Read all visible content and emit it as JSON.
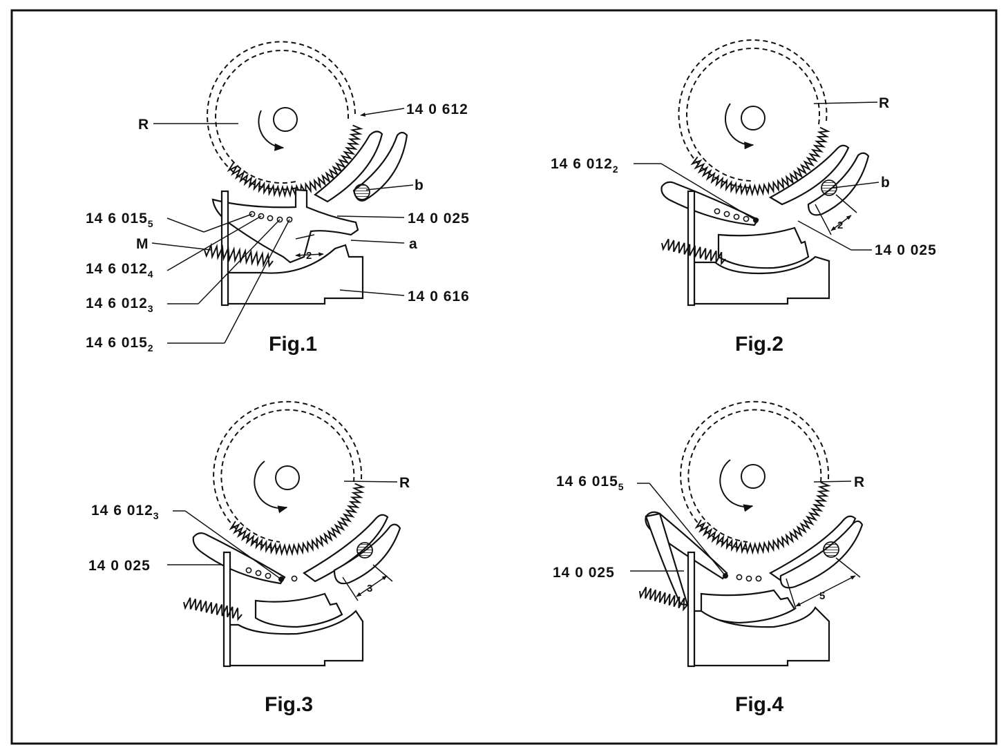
{
  "figures": [
    {
      "id": "fig1",
      "caption": "Fig.1",
      "labels": {
        "R": "R",
        "l612": "14  0 612",
        "b": "b",
        "l025": "14  0 025",
        "a": "a",
        "l616": "14  0 616",
        "l0155": "14  6  015",
        "l0155_sub": "5",
        "M": "M",
        "l0124": "14  6  012",
        "l0124_sub": "4",
        "l0123": "14  6  012",
        "l0123_sub": "3",
        "l0152": "14  6  015",
        "l0152_sub": "2"
      },
      "dimension": "2"
    },
    {
      "id": "fig2",
      "caption": "Fig.2",
      "labels": {
        "R": "R",
        "l0122": "14  6  012",
        "l0122_sub": "2",
        "b": "b",
        "l025": "14  0 025"
      },
      "dimension": "2"
    },
    {
      "id": "fig3",
      "caption": "Fig.3",
      "labels": {
        "R": "R",
        "l0123": "14  6  012",
        "l0123_sub": "3",
        "l025": "14  0  025"
      },
      "dimension": "3"
    },
    {
      "id": "fig4",
      "caption": "Fig.4",
      "labels": {
        "R": "R",
        "l0155": "14  6  015",
        "l0155_sub": "5",
        "l025": "14  0  025"
      },
      "dimension": "5"
    }
  ]
}
